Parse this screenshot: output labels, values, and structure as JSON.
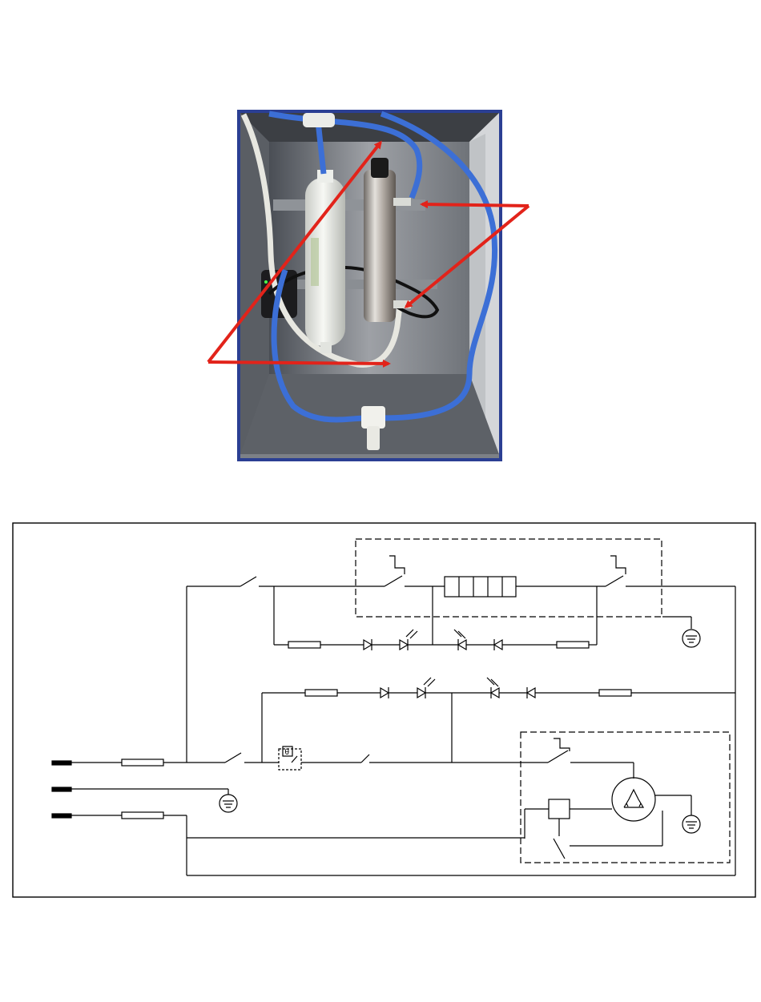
{
  "photo": {
    "frame_color": "#2b3f93",
    "arrow_color": "#e2231a",
    "subject": "installed-filter-and-uv-sterilizer-cabinet",
    "tubing_color": "#3c6fd6",
    "callouts": [
      "callout-arrow-pair-right",
      "callout-arrow-pair-left"
    ]
  },
  "schematic": {
    "line_color": "#000000",
    "symbols": [
      "plug-terminal-icon",
      "fuse-icon",
      "switch-icon",
      "thermostat-icon",
      "resistor-icon",
      "diode-icon",
      "led-icon",
      "ground-icon",
      "heater-block-icon",
      "relay-icon",
      "motor-icon"
    ]
  }
}
